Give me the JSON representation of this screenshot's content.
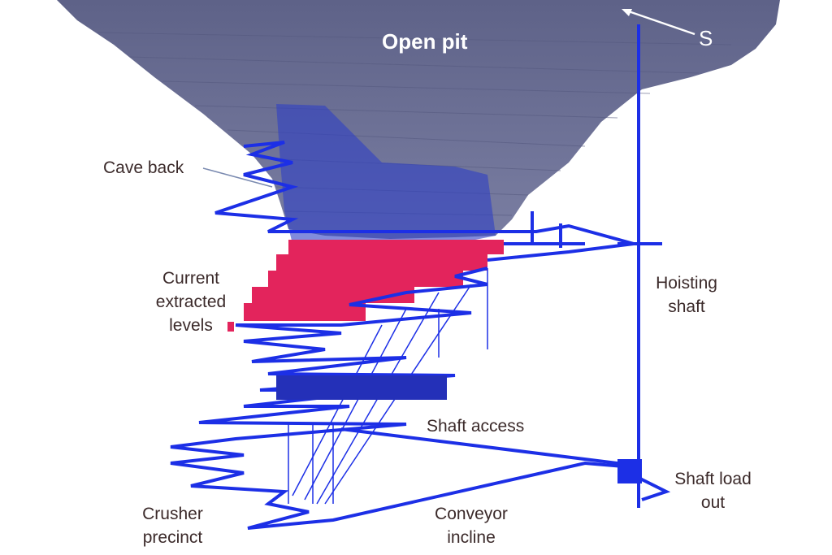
{
  "labels": {
    "open_pit": "Open pit",
    "south": "S",
    "cave_back": "Cave back",
    "current_extracted_levels": [
      "Current",
      "extracted",
      "levels"
    ],
    "hoisting_shaft": [
      "Hoisting",
      "shaft"
    ],
    "shaft_access": "Shaft access",
    "shaft_load_out": [
      "Shaft load",
      "out"
    ],
    "crusher_precinct": [
      "Crusher",
      "precinct"
    ],
    "conveyor_incline": [
      "Conveyor",
      "incline"
    ]
  },
  "colors": {
    "pit": "#6a6e94",
    "cave": "#3a48b8",
    "extracted": "#e3245c",
    "tunnels": "#1c2fe6"
  }
}
